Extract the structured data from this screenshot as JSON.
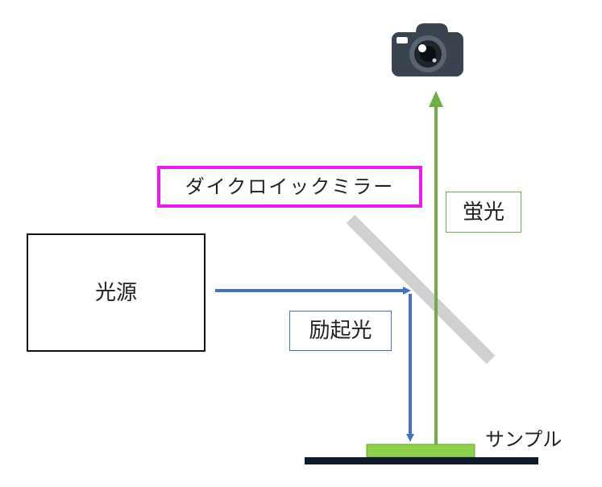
{
  "labels": {
    "light_source": "光源",
    "dichroic_mirror": "ダイクロイックミラー",
    "fluorescence": "蛍光",
    "excitation_light": "励起光",
    "sample": "サンプル"
  },
  "icons": {
    "camera": "camera-icon"
  },
  "colors": {
    "excitation_arrow": "#4472c4",
    "fluorescence_arrow": "#70ad47",
    "mirror": "#d0d0d0",
    "mirror_label_border": "#e81ce8",
    "sample_pad": "#8fd14f",
    "stage": "#0d1b2a"
  }
}
